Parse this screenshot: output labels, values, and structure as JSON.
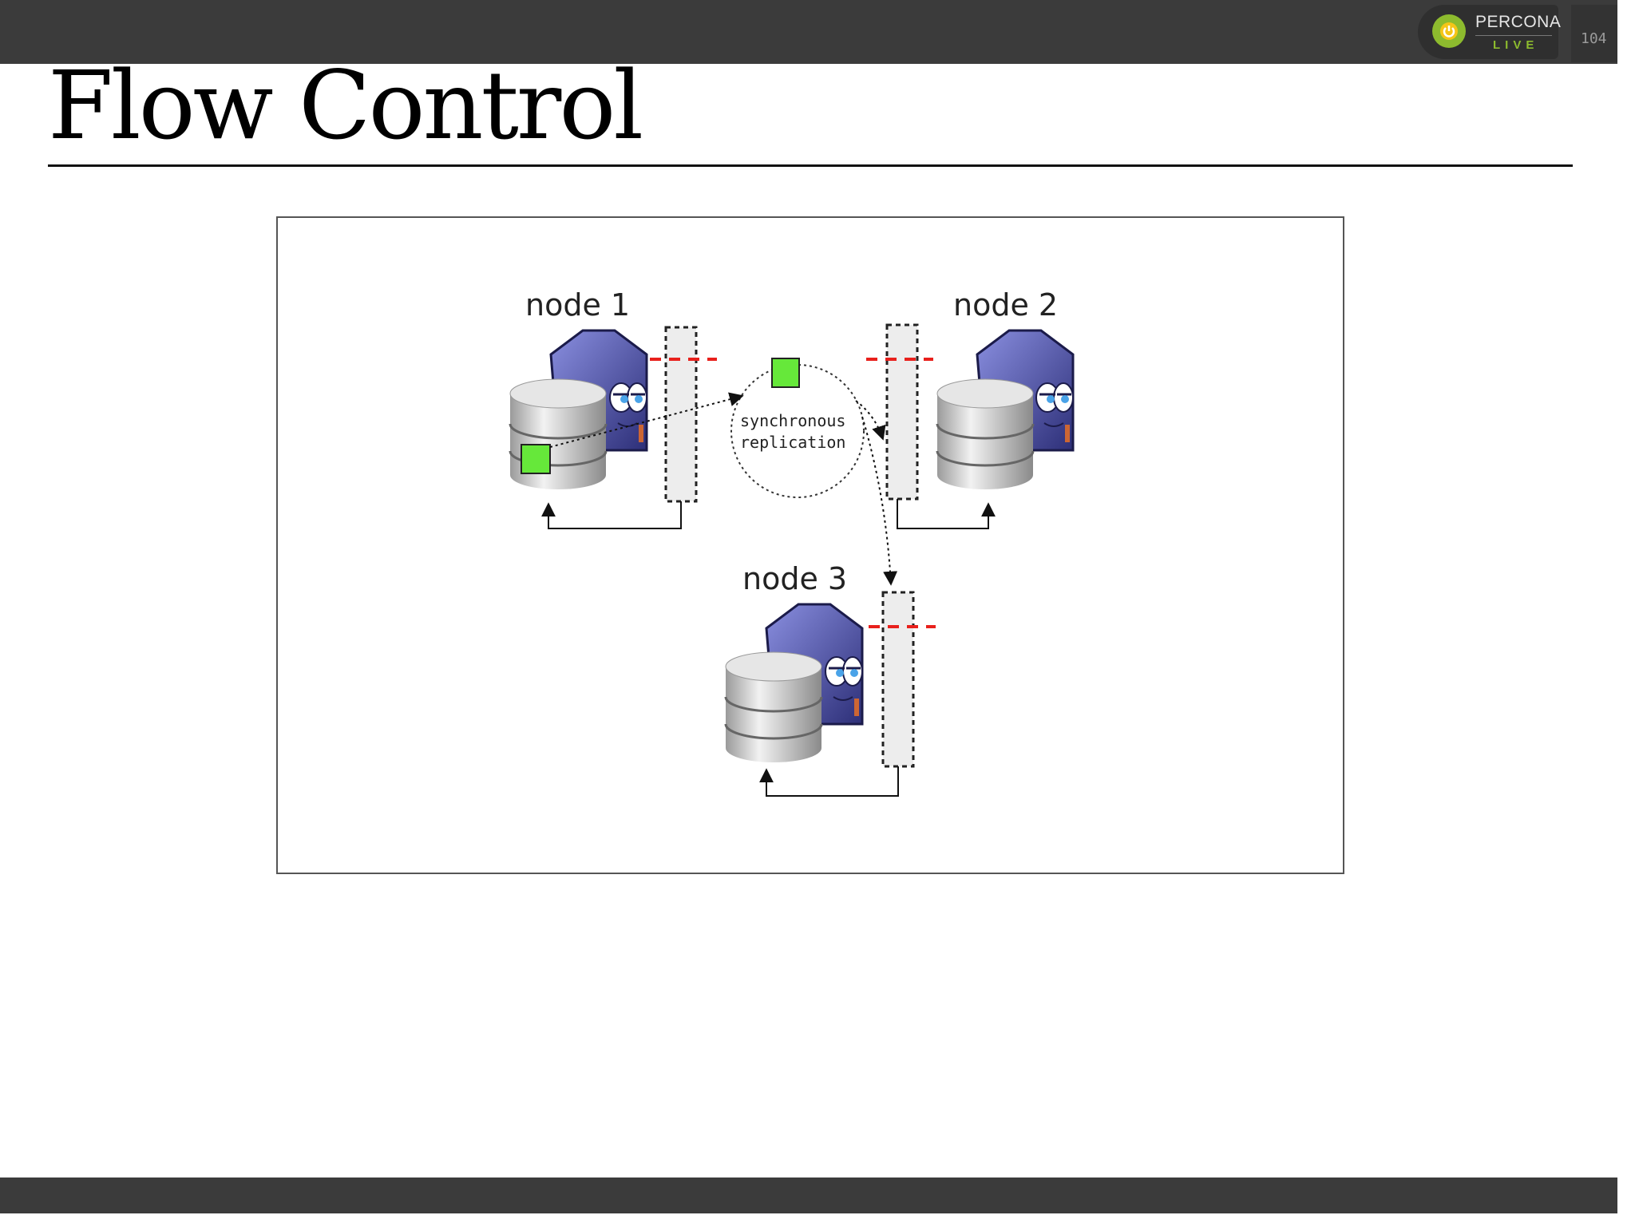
{
  "header": {
    "logo_word": "PERCONA",
    "logo_sub": "LIVE",
    "page_number": "104"
  },
  "slide": {
    "title": "Flow Control"
  },
  "diagram": {
    "nodes": [
      {
        "label": "node 1"
      },
      {
        "label": "node 2"
      },
      {
        "label": "node 3"
      }
    ],
    "replication_line1": "synchronous",
    "replication_line2": "replication"
  },
  "colors": {
    "bar": "#3b3b3b",
    "accent_green": "#66e83a",
    "threshold_red": "#e8201c",
    "server_blue": "#4c4fa8",
    "logo_green": "#8dbb2e"
  }
}
